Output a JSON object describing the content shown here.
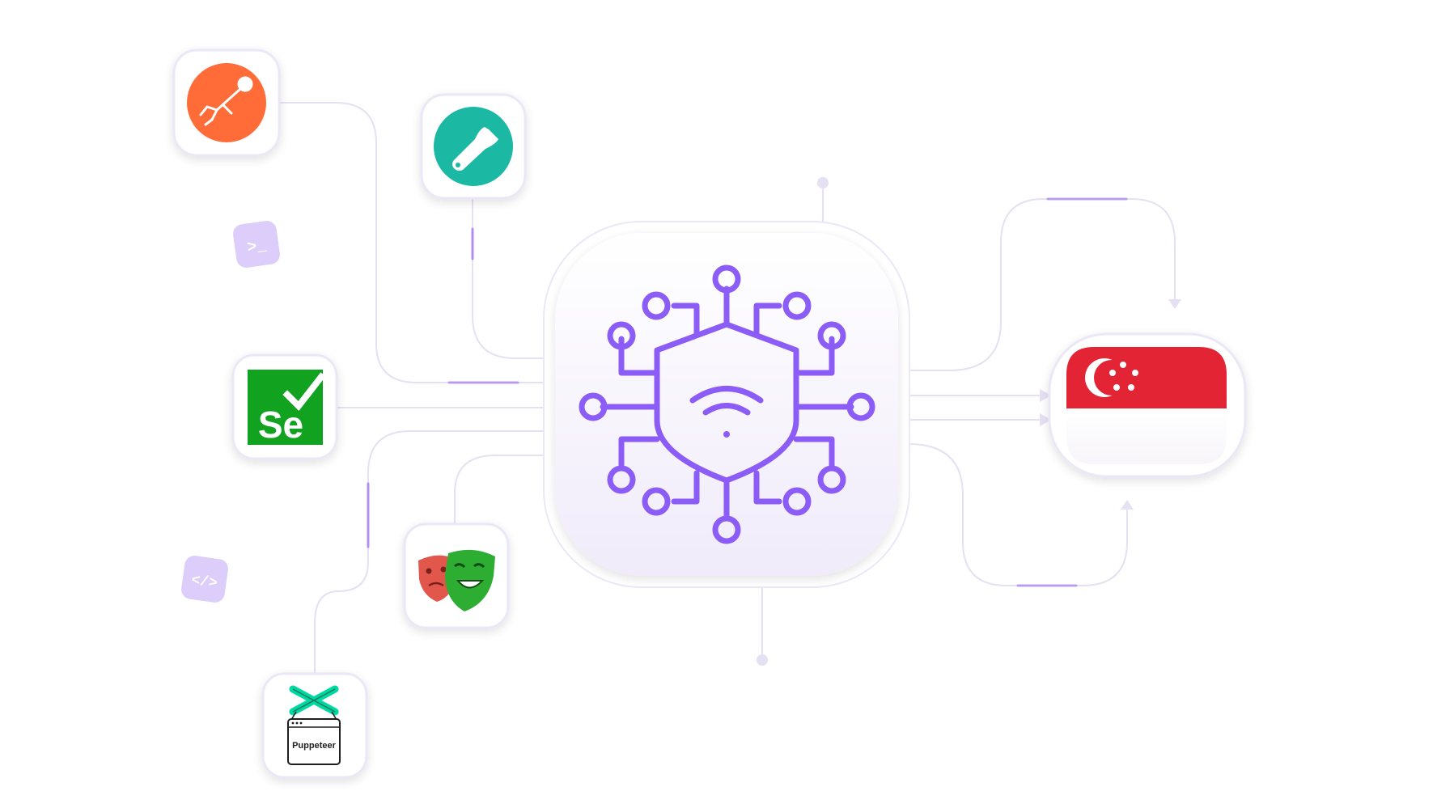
{
  "diagram": {
    "hub": {
      "icon": "shield-wifi-circuit-icon"
    },
    "tools": [
      {
        "name": "Postman",
        "icon": "postman-icon"
      },
      {
        "name": "Paw",
        "icon": "brush-icon"
      },
      {
        "name": "Selenium",
        "icon": "selenium-icon",
        "text": "Se"
      },
      {
        "name": "Playwright",
        "icon": "masks-icon"
      },
      {
        "name": "Puppeteer",
        "icon": "puppeteer-icon",
        "text": "Puppeteer"
      }
    ],
    "badges": [
      {
        "icon": "terminal-icon",
        "text": ">_"
      },
      {
        "icon": "code-icon",
        "text": "</>"
      }
    ],
    "destination": {
      "icon": "singapore-flag-icon"
    },
    "colors": {
      "accent": "#8b5cf6",
      "line": "#e6e0f3",
      "postman": "#ff6c37",
      "paw": "#1bb8a3",
      "selenium": "#11a320",
      "flag_red": "#e22434"
    }
  }
}
